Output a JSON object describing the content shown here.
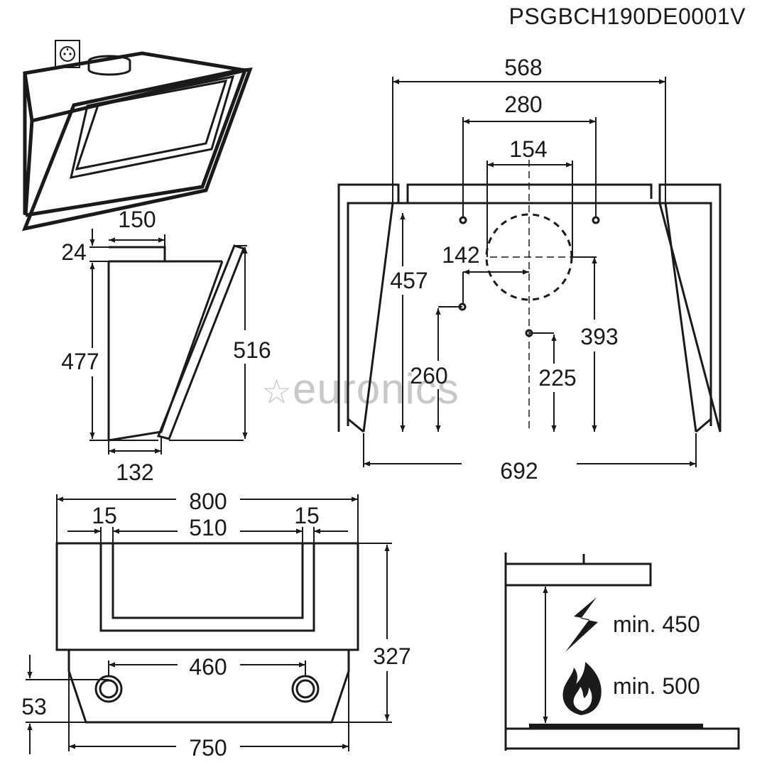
{
  "model_code": "PSGBCH190DE0001V",
  "watermark": "euronics",
  "views": {
    "side": {
      "d_150": "150",
      "d_24": "24",
      "d_477": "477",
      "d_516": "516",
      "d_132": "132"
    },
    "back": {
      "d_568": "568",
      "d_280": "280",
      "d_154": "154",
      "d_142": "142",
      "d_457": "457",
      "d_393": "393",
      "d_260": "260",
      "d_225": "225",
      "d_692": "692"
    },
    "front": {
      "d_800": "800",
      "d_15_left": "15",
      "d_510": "510",
      "d_15_right": "15",
      "d_327": "327",
      "d_460": "460",
      "d_53": "53",
      "d_750": "750"
    },
    "clearance": {
      "electric_label": "min. 450",
      "gas_label": "min. 500"
    }
  },
  "icons": {
    "electric": "lightning-icon",
    "gas": "flame-icon",
    "socket": "power-socket-icon"
  }
}
